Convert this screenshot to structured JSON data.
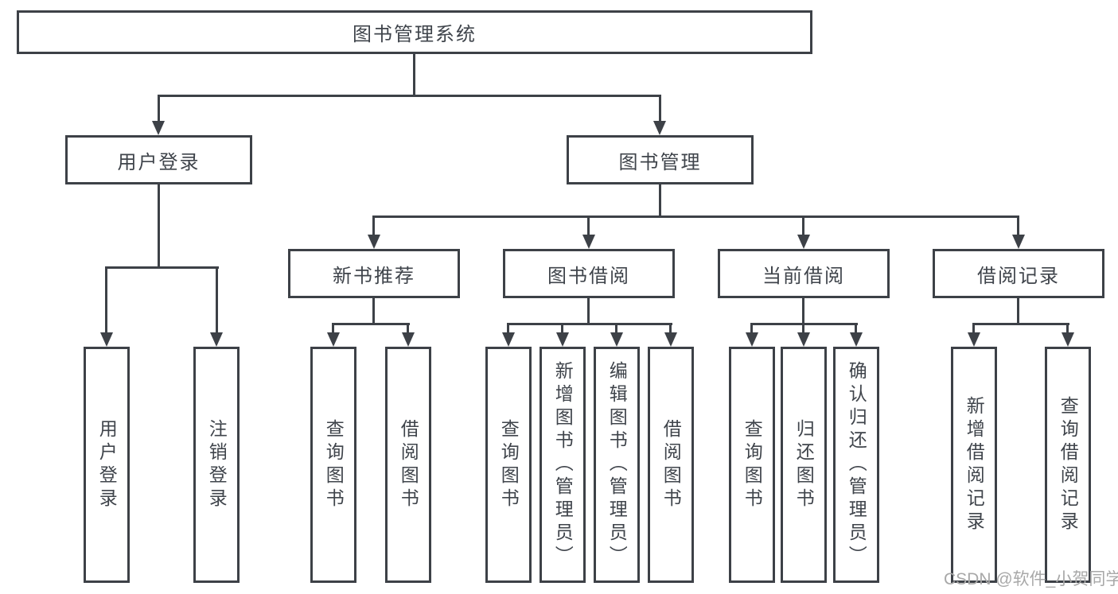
{
  "diagram": {
    "root": {
      "label": "图书管理系统"
    },
    "user_login": {
      "label": "用户登录",
      "children": [
        {
          "label": "用户登录"
        },
        {
          "label": "注销登录"
        }
      ]
    },
    "book_mgmt": {
      "label": "图书管理",
      "sections": [
        {
          "label": "新书推荐",
          "children": [
            {
              "label": "查询图书"
            },
            {
              "label": "借阅图书"
            }
          ]
        },
        {
          "label": "图书借阅",
          "children": [
            {
              "label": "查询图书"
            },
            {
              "label": "新增图书（管理员）"
            },
            {
              "label": "编辑图书（管理员）"
            },
            {
              "label": "借阅图书"
            }
          ]
        },
        {
          "label": "当前借阅",
          "children": [
            {
              "label": "查询图书"
            },
            {
              "label": "归还图书"
            },
            {
              "label": "确认归还（管理员）"
            }
          ]
        },
        {
          "label": "借阅记录",
          "children": [
            {
              "label": "新增借阅记录"
            },
            {
              "label": "查询借阅记录"
            }
          ]
        }
      ]
    },
    "watermark": "CSDN @软件_小贺同学",
    "colors": {
      "line": "#3d4147",
      "text": "#3f444b",
      "watermark": "#a8a8a8"
    }
  }
}
